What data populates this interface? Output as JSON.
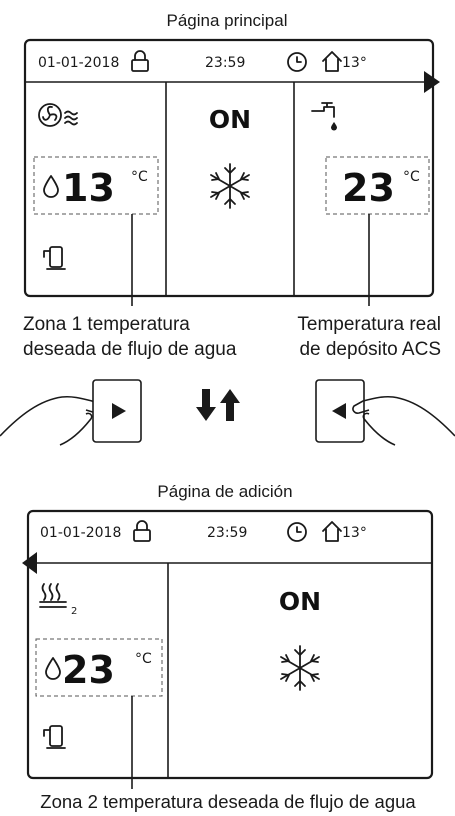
{
  "main_page": {
    "title": "Página principal",
    "status_bar": {
      "date": "01-01-2018",
      "time": "23:59",
      "outdoor_temp": "13°"
    },
    "left_zone": {
      "setpoint": "13",
      "unit": "°C"
    },
    "center": {
      "status": "ON"
    },
    "right_zone": {
      "value": "23",
      "unit": "°C"
    },
    "callout_left": [
      "Zona 1 temperatura",
      "deseada de flujo de agua"
    ],
    "callout_right": [
      "Temperatura real",
      "de depósito ACS"
    ]
  },
  "navigation": {
    "button_right_icon": "triangle-right-icon",
    "button_left_icon": "triangle-left-icon",
    "arrows_icon": "up-down-arrows-icon"
  },
  "addition_page": {
    "title": "Página de adición",
    "status_bar": {
      "date": "01-01-2018",
      "time": "23:59",
      "outdoor_temp": "13°"
    },
    "left_zone": {
      "zone_number": "2",
      "setpoint": "23",
      "unit": "°C"
    },
    "center": {
      "status": "ON"
    },
    "callout": "Zona 2 temperatura deseada de flujo de agua"
  },
  "colors": {
    "ink": "#1a1a1a",
    "dashed_box": "#555555",
    "background": "#ffffff"
  }
}
